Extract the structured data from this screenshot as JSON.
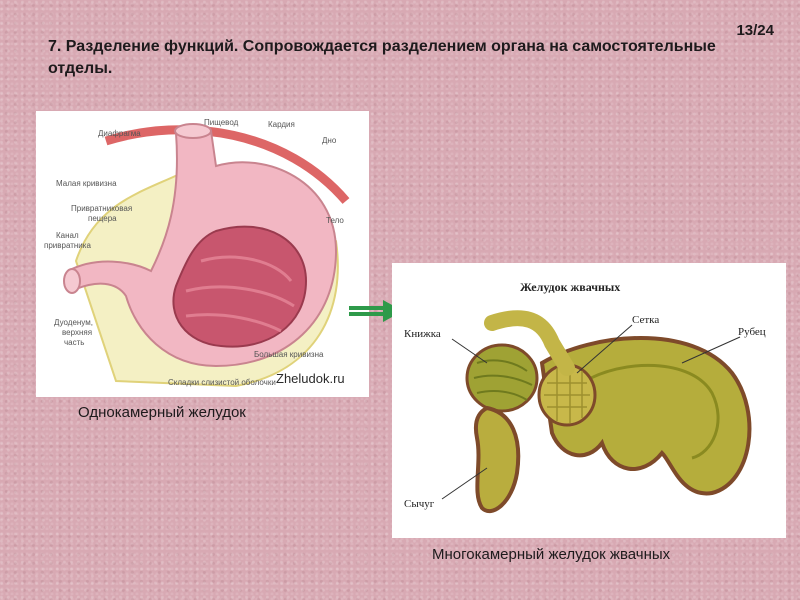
{
  "slide": {
    "counter": "13/24",
    "title": "7. Разделение функций. Сопровождается разделением органа на самостоятельные отделы."
  },
  "figure_simple": {
    "caption": "Однокамерный желудок",
    "watermark": "Zheludok.ru",
    "labels": {
      "diaphragm": "Диафрагма",
      "esophagus": "Пищевод",
      "cardia": "Кардия",
      "fundus": "Дно",
      "lesser_curvature": "Малая кривизна",
      "antrum_1": "Привратниковая",
      "antrum_2": "пещера",
      "pyloric_canal_1": "Канал",
      "pyloric_canal_2": "привратника",
      "body": "Тело",
      "duodenum_1": "Дуоденум,",
      "duodenum_2": "верхняя",
      "duodenum_3": "часть",
      "greater_curvature": "Большая кривизна",
      "mucosal_folds": "Складки слизистой оболочки"
    }
  },
  "figure_ruminant": {
    "caption": "Многокамерный желудок жвачных",
    "heading": "Желудок жвачных",
    "labels": {
      "omasum": "Книжка",
      "reticulum": "Сетка",
      "rumen": "Рубец",
      "abomasum": "Сычуг"
    }
  },
  "colors": {
    "background": "#d8a9b3",
    "arrow": "#2e9a4a",
    "stomach_pink": "#f2b7c3",
    "ruminant_green": "#a9a33a"
  }
}
